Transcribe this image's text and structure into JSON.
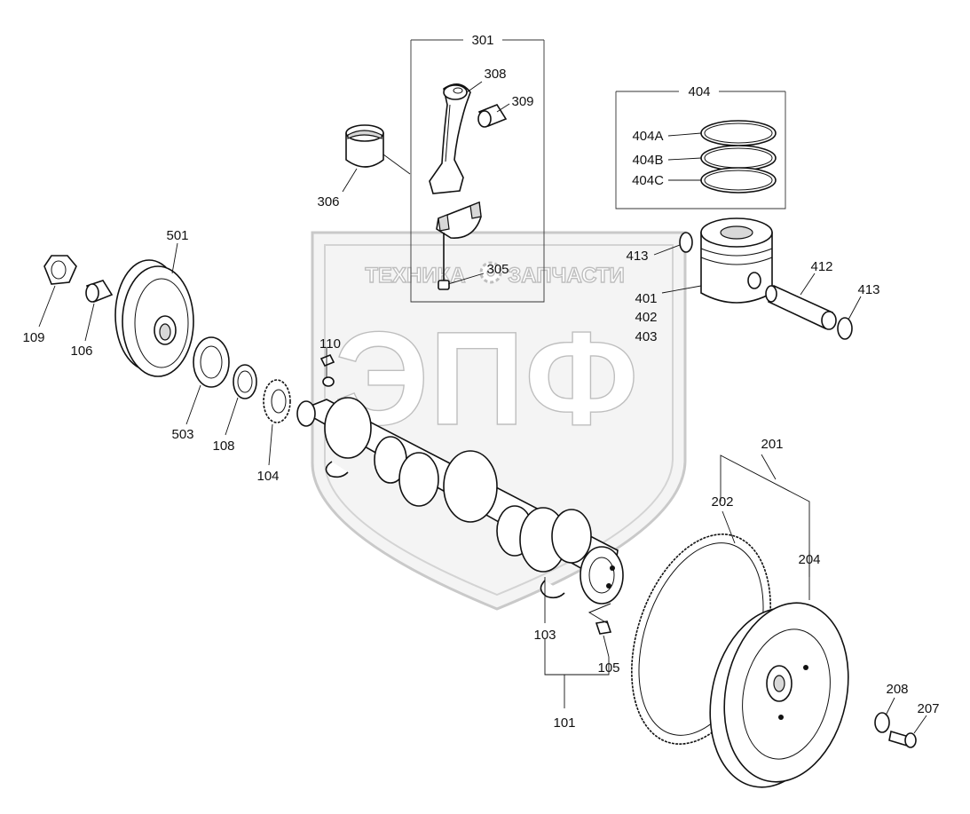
{
  "diagram": {
    "labels": {
      "l301": "301",
      "l308": "308",
      "l309": "309",
      "l306": "306",
      "l305": "305",
      "l404": "404",
      "l404A": "404A",
      "l404B": "404B",
      "l404C": "404C",
      "l413a": "413",
      "l412": "412",
      "l413b": "413",
      "l401": "401",
      "l402": "402",
      "l403": "403",
      "l501": "501",
      "l109": "109",
      "l106": "106",
      "l110": "110",
      "l503": "503",
      "l108": "108",
      "l104": "104",
      "l103": "103",
      "l105": "105",
      "l101": "101",
      "l201": "201",
      "l202": "202",
      "l204": "204",
      "l208": "208",
      "l207": "207"
    }
  },
  "watermark": {
    "brand": "ЭПФ",
    "left_text": "ТЕХНИКА",
    "right_text": "ЗАПЧАСТИ"
  }
}
